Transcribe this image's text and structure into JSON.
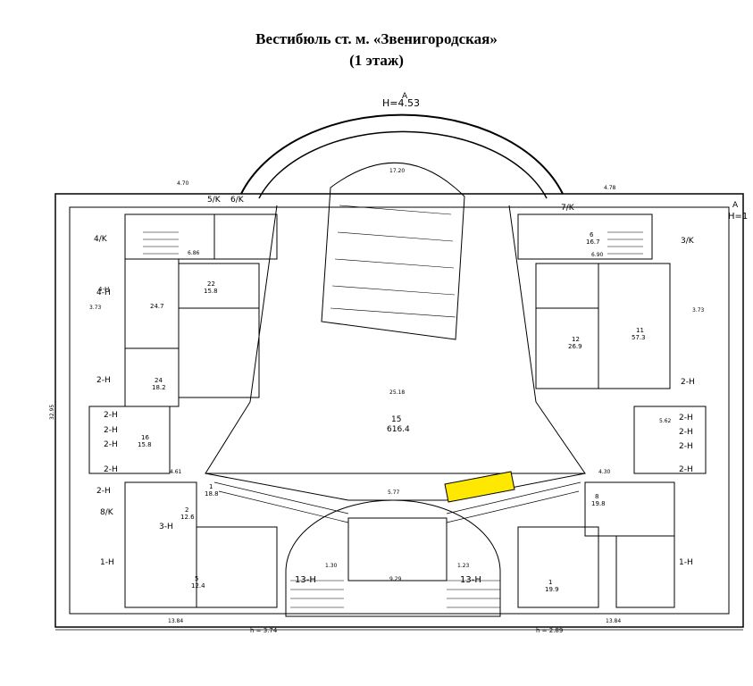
{
  "title": {
    "line1": "Вестибюль ст. м. «Звенигородская»",
    "line2": "(1 этаж)"
  },
  "plan": {
    "dome_label": "H=4.53",
    "axis_top": "A",
    "axis_right": "A",
    "axis_right_h": "H=1",
    "main_hall": {
      "number": "15",
      "area": "616.4"
    },
    "exits": [
      "4-H",
      "2-H",
      "2-H",
      "2-H",
      "2-H",
      "2-H",
      "2-H",
      "3-H",
      "1-H",
      "13-H",
      "13-H",
      "2-H",
      "2-H",
      "2-H",
      "2-H",
      "2-H",
      "1-H"
    ],
    "stairs": [
      "4/K",
      "5/K",
      "6/K",
      "7/K",
      "3/K",
      "8/K"
    ],
    "bottom_labels": [
      "h = 3.74",
      "h = 2.89"
    ],
    "dims": [
      "17.20",
      "4.70",
      "4.78",
      "6.86",
      "6.90",
      "3.73",
      "3.73",
      "32.95",
      "5.77",
      "9.29",
      "13.84",
      "13.84",
      "25.18",
      "5.62",
      "4.61",
      "4.30",
      "1.30",
      "1.23"
    ],
    "rooms": [
      {
        "n": "4-H",
        "a": "24.7"
      },
      {
        "n": "24",
        "a": "18.2"
      },
      {
        "n": "22",
        "a": "15.8"
      },
      {
        "n": "11",
        "a": "57.3"
      },
      {
        "n": "12",
        "a": "26.9"
      },
      {
        "n": "16",
        "a": "15.8"
      },
      {
        "n": "2",
        "a": "12.6"
      },
      {
        "n": "1",
        "a": "18.8"
      },
      {
        "n": "8",
        "a": "19.8"
      },
      {
        "n": "6",
        "a": "16.7"
      },
      {
        "n": "1",
        "a": "19.9"
      },
      {
        "n": "5",
        "a": "12.4"
      }
    ],
    "highlight_color": "#ffe800"
  }
}
